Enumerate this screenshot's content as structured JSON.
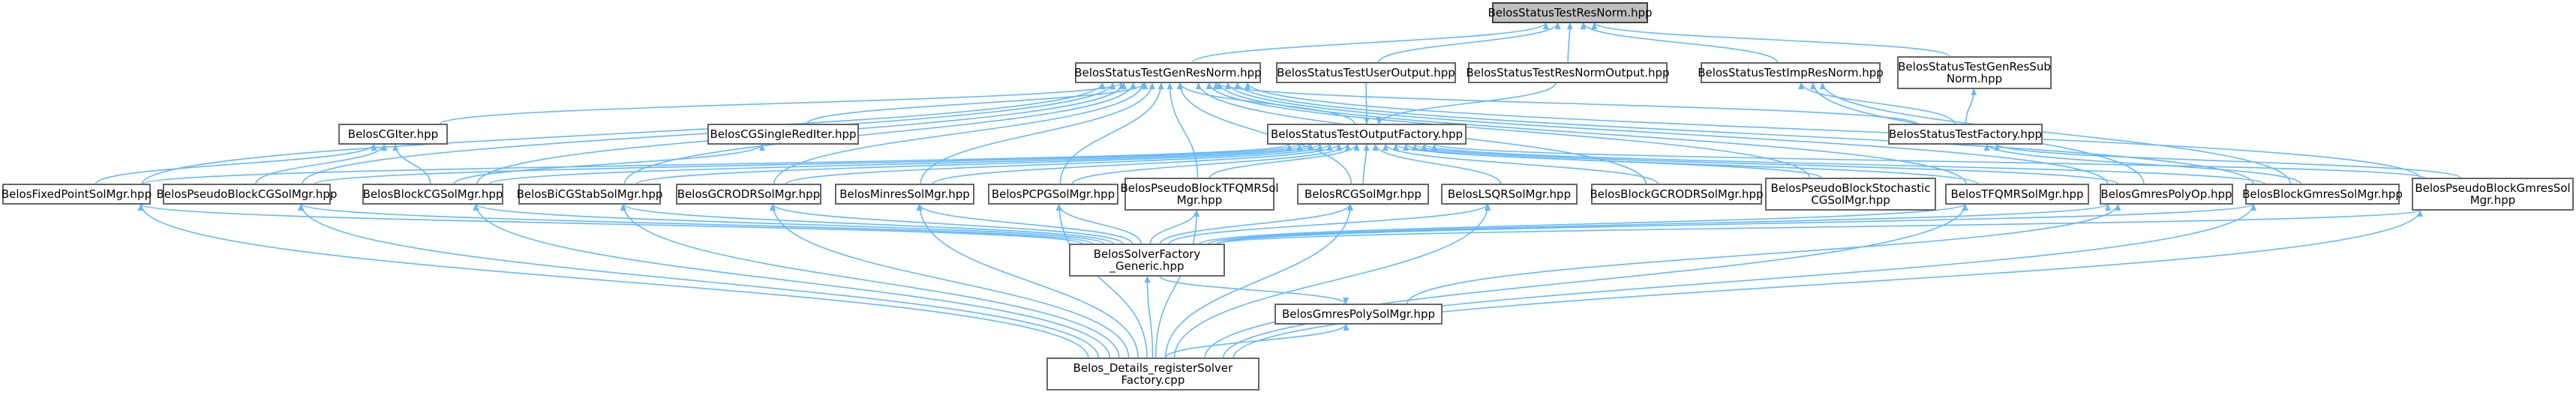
{
  "colors": {
    "edge": "#63b8ff",
    "root_fill": "#bfbfbf",
    "node_fill": "#ffffff",
    "node_border": "#666666"
  },
  "nodes": {
    "resnorm": [
      "BelosStatusTestResNorm.hpp"
    ],
    "genresnorm": [
      "BelosStatusTestGenResNorm.hpp"
    ],
    "useroutput": [
      "BelosStatusTestUserOutput.hpp"
    ],
    "resnormoutput": [
      "BelosStatusTestResNormOutput.hpp"
    ],
    "impresnorm": [
      "BelosStatusTestImpResNorm.hpp"
    ],
    "genressubnorm": [
      "BelosStatusTestGenResSub",
      "Norm.hpp"
    ],
    "cgiter": [
      "BelosCGIter.hpp"
    ],
    "cgsingle": [
      "BelosCGSingleRedIter.hpp"
    ],
    "outputfactory": [
      "BelosStatusTestOutputFactory.hpp"
    ],
    "testfactory": [
      "BelosStatusTestFactory.hpp"
    ],
    "fixedpoint": [
      "BelosFixedPointSolMgr.hpp"
    ],
    "pseudoblockcg": [
      "BelosPseudoBlockCGSolMgr.hpp"
    ],
    "blockcg": [
      "BelosBlockCGSolMgr.hpp"
    ],
    "bicgstab": [
      "BelosBiCGStabSolMgr.hpp"
    ],
    "gcrodr": [
      "BelosGCRODRSolMgr.hpp"
    ],
    "minres": [
      "BelosMinresSolMgr.hpp"
    ],
    "pcpg": [
      "BelosPCPGSolMgr.hpp"
    ],
    "pseudotfqmr": [
      "BelosPseudoBlockTFQMRSol",
      "Mgr.hpp"
    ],
    "rcg": [
      "BelosRCGSolMgr.hpp"
    ],
    "lsqr": [
      "BelosLSQRSolMgr.hpp"
    ],
    "blockgcrodr": [
      "BelosBlockGCRODRSolMgr.hpp"
    ],
    "pseudostoch": [
      "BelosPseudoBlockStochastic",
      "CGSolMgr.hpp"
    ],
    "tfqmr": [
      "BelosTFQMRSolMgr.hpp"
    ],
    "gmrespolyop": [
      "BelosGmresPolyOp.hpp"
    ],
    "blockgmres": [
      "BelosBlockGmresSolMgr.hpp"
    ],
    "pseudogmres": [
      "BelosPseudoBlockGmresSol",
      "Mgr.hpp"
    ],
    "solverfactory": [
      "BelosSolverFactory",
      "_Generic.hpp"
    ],
    "gmrespoly": [
      "BelosGmresPolySolMgr.hpp"
    ],
    "register": [
      "Belos_Details_registerSolver",
      "Factory.cpp"
    ]
  },
  "edges": [
    [
      "genresnorm",
      "resnorm"
    ],
    [
      "useroutput",
      "resnorm"
    ],
    [
      "resnormoutput",
      "resnorm"
    ],
    [
      "impresnorm",
      "resnorm"
    ],
    [
      "genressubnorm",
      "resnorm"
    ],
    [
      "useroutput",
      "outputfactory"
    ],
    [
      "resnormoutput",
      "outputfactory"
    ],
    [
      "testfactory",
      "genresnorm"
    ],
    [
      "testfactory",
      "impresnorm"
    ],
    [
      "testfactory",
      "genressubnorm"
    ],
    [
      "cgiter",
      "genresnorm"
    ],
    [
      "cgsingle",
      "genresnorm"
    ],
    [
      "outputfactory",
      "genresnorm"
    ],
    [
      "fixedpoint",
      "genresnorm"
    ],
    [
      "pseudoblockcg",
      "genresnorm"
    ],
    [
      "blockcg",
      "genresnorm"
    ],
    [
      "bicgstab",
      "genresnorm"
    ],
    [
      "gcrodr",
      "genresnorm"
    ],
    [
      "minres",
      "genresnorm"
    ],
    [
      "pcpg",
      "genresnorm"
    ],
    [
      "pseudotfqmr",
      "genresnorm"
    ],
    [
      "rcg",
      "genresnorm"
    ],
    [
      "blockgcrodr",
      "genresnorm"
    ],
    [
      "pseudostoch",
      "genresnorm"
    ],
    [
      "tfqmr",
      "genresnorm"
    ],
    [
      "gmrespolyop",
      "genresnorm"
    ],
    [
      "blockgmres",
      "genresnorm"
    ],
    [
      "pseudogmres",
      "genresnorm"
    ],
    [
      "gmrespolyop",
      "impresnorm"
    ],
    [
      "blockgmres",
      "impresnorm"
    ],
    [
      "pseudogmres",
      "testfactory"
    ],
    [
      "blockgmres",
      "testfactory"
    ],
    [
      "fixedpoint",
      "cgiter"
    ],
    [
      "pseudoblockcg",
      "cgiter"
    ],
    [
      "blockcg",
      "cgiter"
    ],
    [
      "blockcg",
      "cgsingle"
    ],
    [
      "fixedpoint",
      "outputfactory"
    ],
    [
      "pseudoblockcg",
      "outputfactory"
    ],
    [
      "blockcg",
      "outputfactory"
    ],
    [
      "bicgstab",
      "outputfactory"
    ],
    [
      "gcrodr",
      "outputfactory"
    ],
    [
      "minres",
      "outputfactory"
    ],
    [
      "pcpg",
      "outputfactory"
    ],
    [
      "pseudotfqmr",
      "outputfactory"
    ],
    [
      "rcg",
      "outputfactory"
    ],
    [
      "lsqr",
      "outputfactory"
    ],
    [
      "blockgcrodr",
      "outputfactory"
    ],
    [
      "pseudostoch",
      "outputfactory"
    ],
    [
      "tfqmr",
      "outputfactory"
    ],
    [
      "gmrespolyop",
      "outputfactory"
    ],
    [
      "blockgmres",
      "outputfactory"
    ],
    [
      "pseudogmres",
      "outputfactory"
    ],
    [
      "solverfactory",
      "pseudoblockcg"
    ],
    [
      "solverfactory",
      "blockcg"
    ],
    [
      "solverfactory",
      "bicgstab"
    ],
    [
      "solverfactory",
      "gcrodr"
    ],
    [
      "solverfactory",
      "minres"
    ],
    [
      "solverfactory",
      "pcpg"
    ],
    [
      "solverfactory",
      "pseudotfqmr"
    ],
    [
      "solverfactory",
      "rcg"
    ],
    [
      "solverfactory",
      "lsqr"
    ],
    [
      "solverfactory",
      "fixedpoint"
    ],
    [
      "solverfactory",
      "blockgmres"
    ],
    [
      "solverfactory",
      "pseudogmres"
    ],
    [
      "solverfactory",
      "tfqmr"
    ],
    [
      "solverfactory",
      "gmrespolyop"
    ],
    [
      "gmrespoly",
      "gmrespolyop"
    ],
    [
      "solverfactory",
      "gmrespoly"
    ],
    [
      "register",
      "solverfactory"
    ],
    [
      "register",
      "gmrespoly"
    ],
    [
      "register",
      "fixedpoint"
    ],
    [
      "register",
      "pseudoblockcg"
    ],
    [
      "register",
      "blockcg"
    ],
    [
      "register",
      "bicgstab"
    ],
    [
      "register",
      "gcrodr"
    ],
    [
      "register",
      "minres"
    ],
    [
      "register",
      "pcpg"
    ],
    [
      "register",
      "pseudotfqmr"
    ],
    [
      "register",
      "rcg"
    ],
    [
      "register",
      "lsqr"
    ],
    [
      "register",
      "tfqmr"
    ],
    [
      "register",
      "blockgmres"
    ],
    [
      "register",
      "pseudogmres"
    ]
  ]
}
